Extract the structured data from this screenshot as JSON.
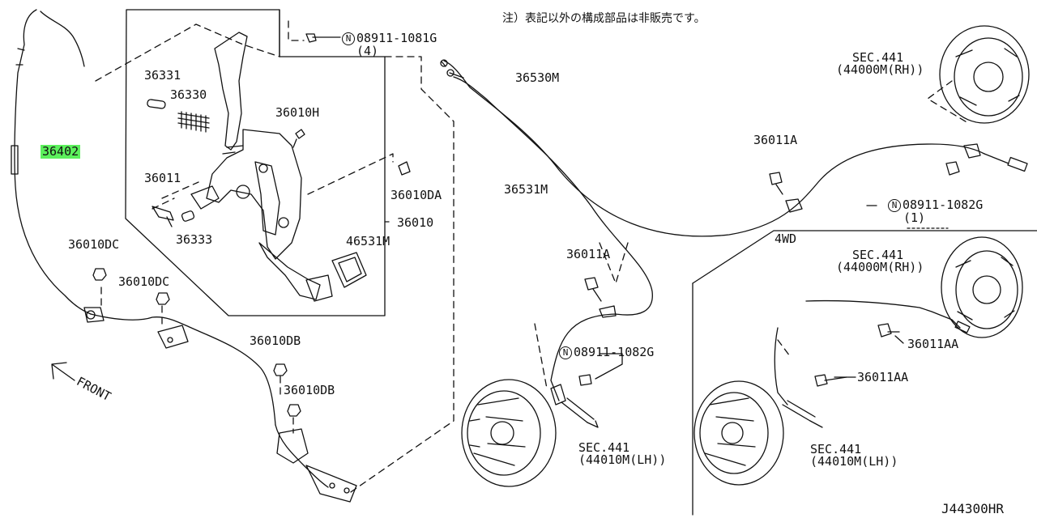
{
  "note": "注）表記以外の構成部品は非販売です。",
  "diagram_code": "J44300HR",
  "front_label": "FRONT",
  "fourwd_label": "4WD",
  "colors": {
    "highlight": "#5cf05c",
    "line": "#111111"
  },
  "parts": {
    "p36402": "36402",
    "p36331": "36331",
    "p36330": "36330",
    "p36011": "36011",
    "p36333": "36333",
    "p36010H": "36010H",
    "p36010DA": "36010DA",
    "p36010": "36010",
    "p46531M": "46531M",
    "p36010DC_a": "36010DC",
    "p36010DC_b": "36010DC",
    "p36010DB_a": "36010DB",
    "p36010DB_b": "36010DB",
    "bolt_top_num": "08911-1081G",
    "bolt_top_qty": "(4)",
    "p36530M": "36530M",
    "p36531M": "36531M",
    "p36011A_a": "36011A",
    "p36011A_b": "36011A",
    "bolt_mid_num": "08911-1082G",
    "bolt_right_num": "08911-1082G",
    "bolt_right_qty": "(1)",
    "sec441_a": "SEC.441",
    "sec441_a_sub": "(44000M(RH))",
    "sec441_b": "SEC.441",
    "sec441_b_sub": "(44000M(RH))",
    "sec441_c": "SEC.441",
    "sec441_c_sub": "(44010M(LH))",
    "sec441_d": "SEC.441",
    "sec441_d_sub": "(44010M(LH))",
    "p36011AA_a": "36011AA",
    "p36011AA_b": "36011AA",
    "n_mark": "N"
  }
}
